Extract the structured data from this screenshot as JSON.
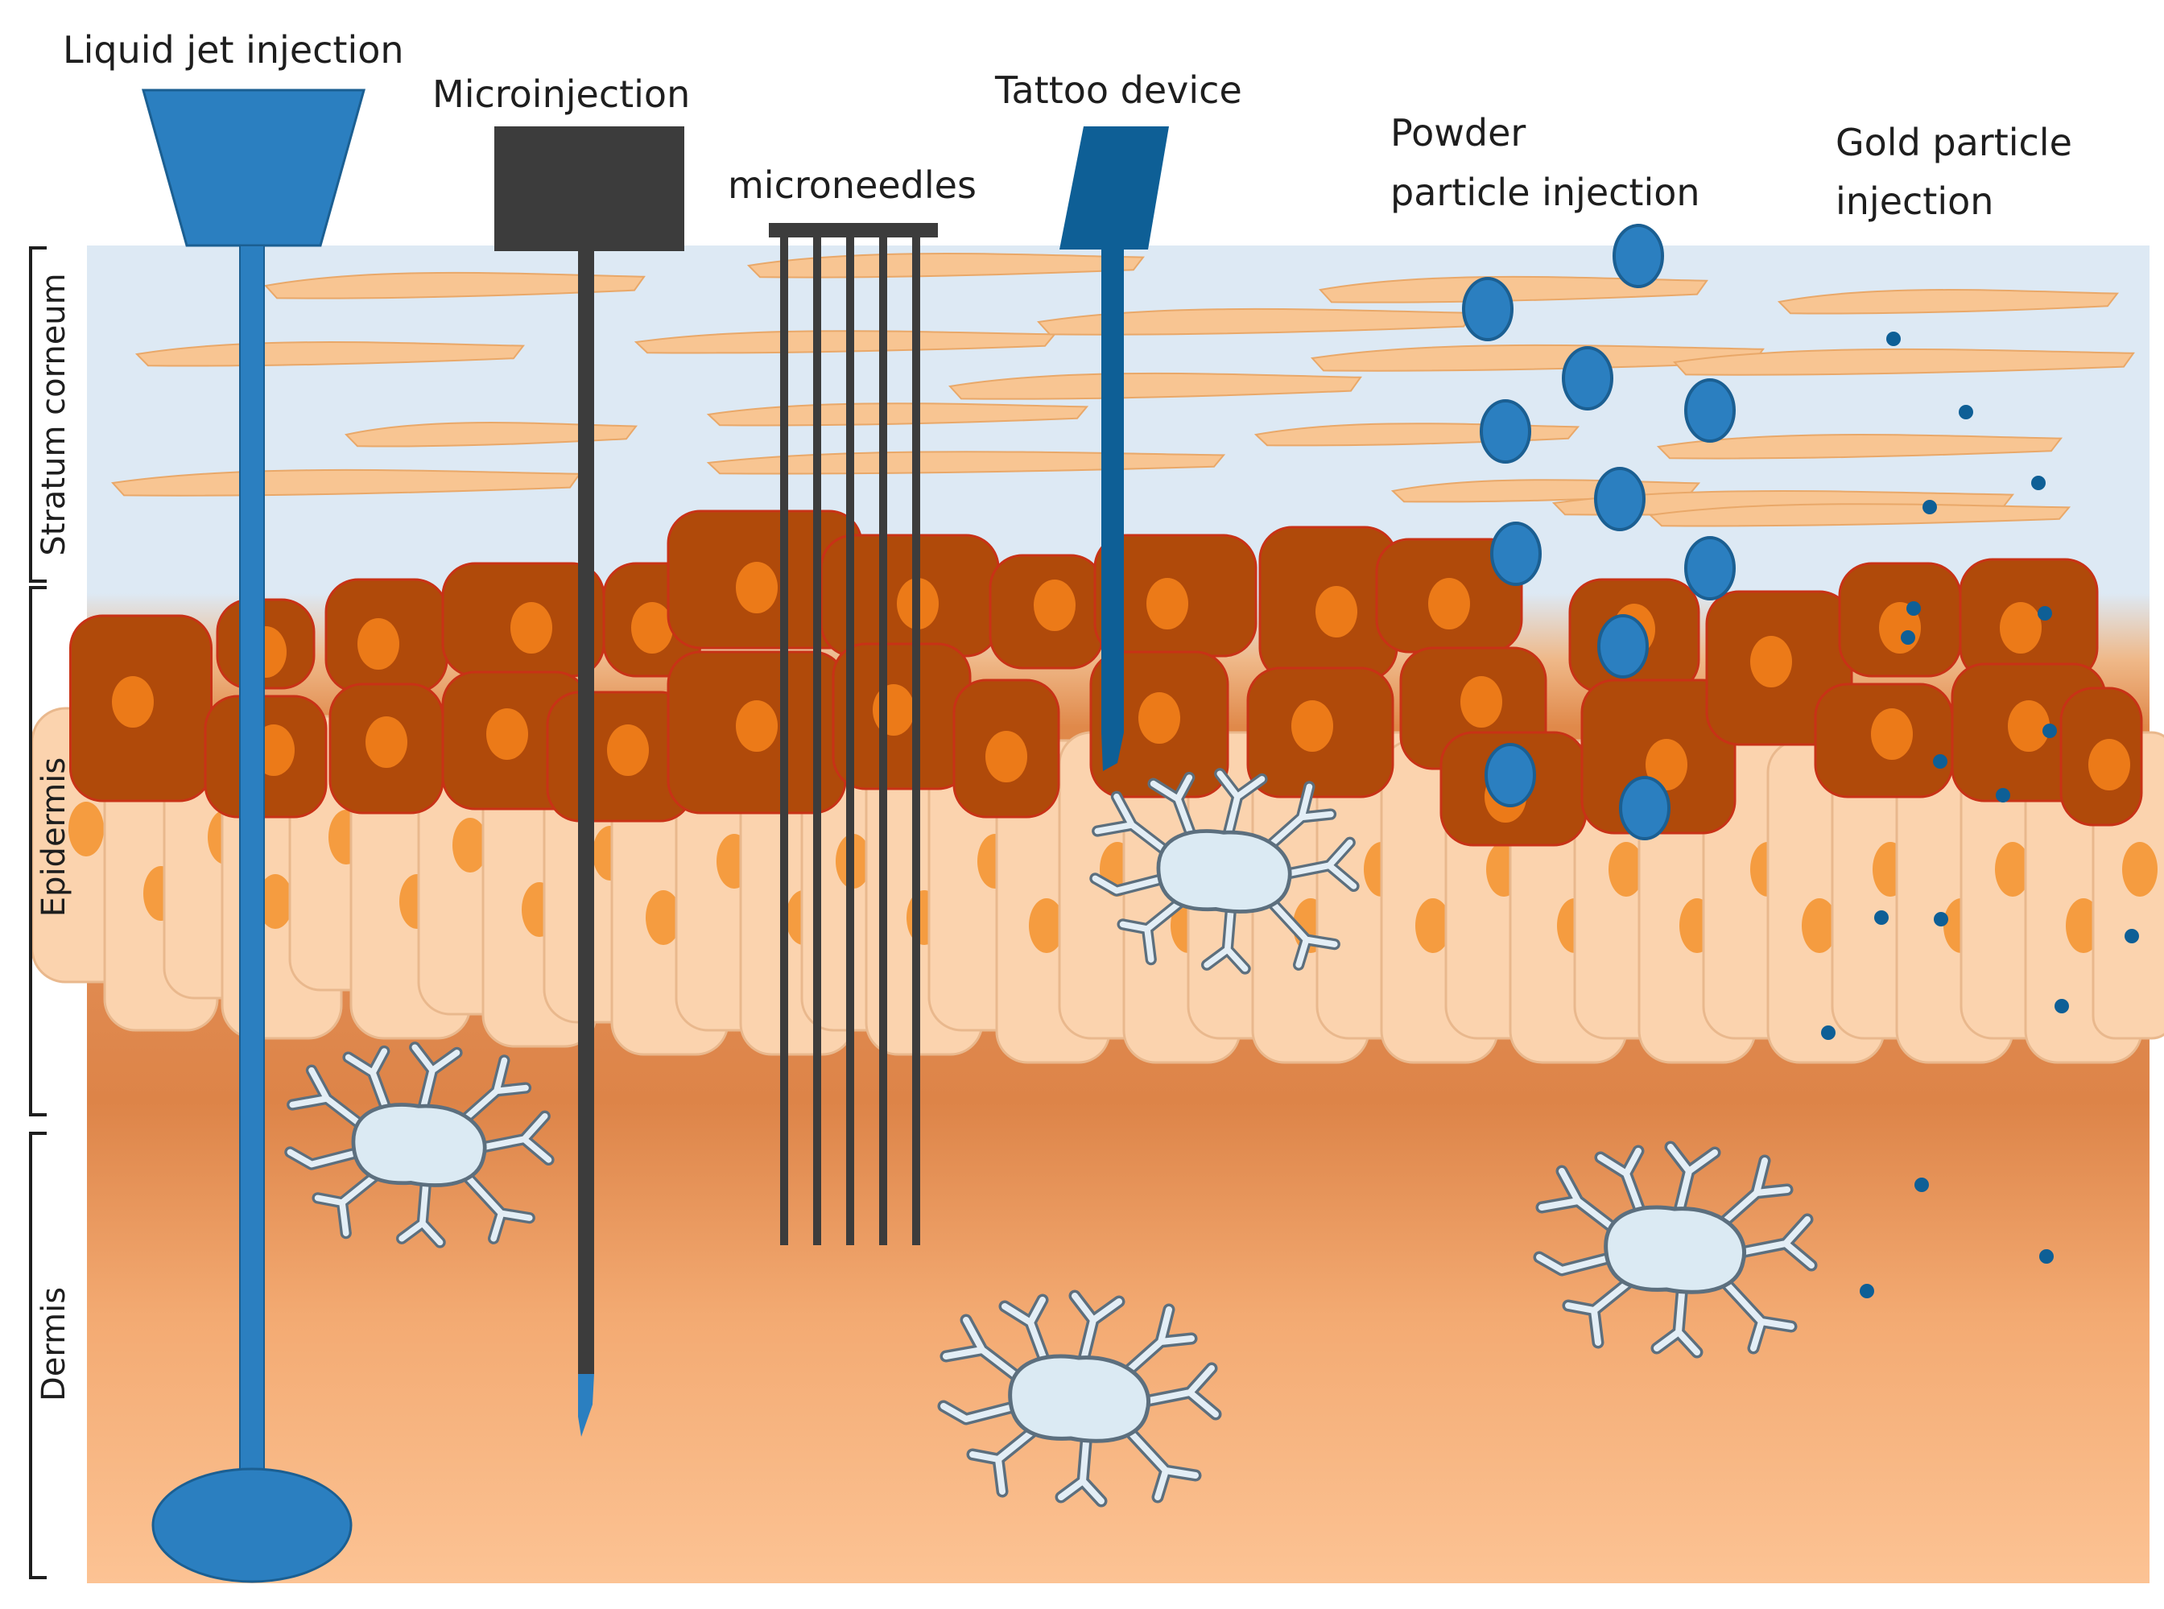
{
  "methods": {
    "liquid_jet": "Liquid jet injection",
    "microinjection": "Microinjection",
    "microneedles": "microneedles",
    "tattoo": "Tattoo device",
    "powder_line1": "Powder",
    "powder_line2": "particle injection",
    "gold_line1": "Gold particle",
    "gold_line2": "injection"
  },
  "layers": {
    "stratum_corneum": "Stratum corneum",
    "epidermis": "Epidermis",
    "dermis": "Dermis"
  },
  "colors": {
    "sky": "#dce8f3",
    "keratin": "#f8c592",
    "dark_cell": "#b04a0a",
    "dark_nucleus": "#ec7a18",
    "light_cell": "#fbd3ae",
    "light_nucleus": "#f59c40",
    "blue": "#2b7fc0",
    "tattoo_blue": "#0e5f96",
    "gray": "#3c3c3c",
    "dendritic": "#dbeaf3"
  },
  "icons": {
    "liquid_jet": "liquid-jet-injector-icon",
    "microinjection": "microinjection-needle-icon",
    "microneedles": "microneedle-array-icon",
    "tattoo": "tattoo-needle-icon",
    "powder": "powder-particle-icon",
    "gold": "gold-particle-icon",
    "dendritic": "dendritic-cell-icon"
  }
}
